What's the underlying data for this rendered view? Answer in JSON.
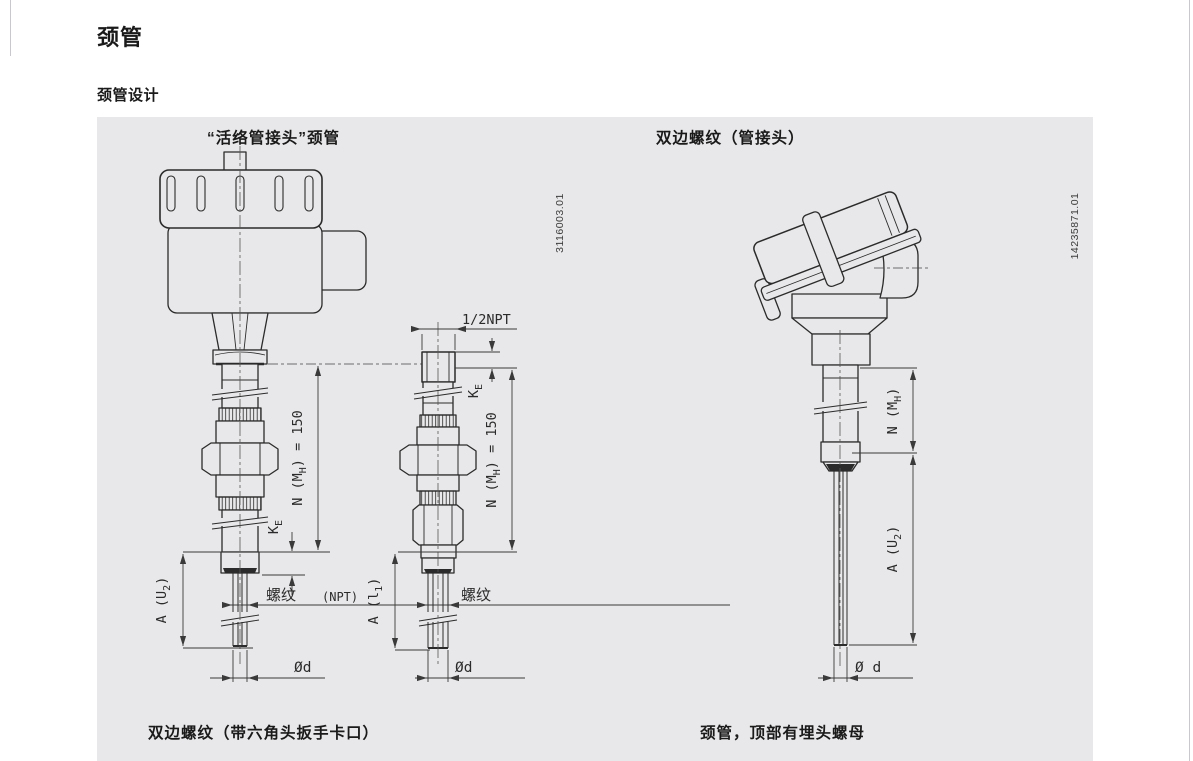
{
  "page": {
    "title": "颈管",
    "subtitle": "颈管设计"
  },
  "colors": {
    "panel_bg": "#e8e8ea",
    "line": "#2b2b2b",
    "text": "#1a1a1a"
  },
  "figures": {
    "left": {
      "header": "“活络管接头”颈管",
      "caption": "双边螺纹（带六角头扳手卡口）",
      "drawing_id": "3116003.01",
      "head_drawing": {
        "n_dim": {
          "pre": "N (M",
          "sub": "H",
          "post": ") = 150"
        },
        "ke_dim": {
          "pre": "K",
          "sub": "E"
        },
        "a_dim": {
          "pre": "A (U",
          "sub": "2",
          "post": ")"
        },
        "thread_label": "螺纹",
        "npt_note": "(NPT)",
        "dia_label": "Ød"
      },
      "fitting_drawing": {
        "npt_size": "1/2NPT",
        "ke_dim": {
          "pre": "K",
          "sub": "E"
        },
        "n_dim": {
          "pre": "N (M",
          "sub": "H",
          "post": ") = 150"
        },
        "a_dim": {
          "pre": "A (l",
          "sub": "1",
          "post": ")"
        },
        "thread_label": "螺纹",
        "dia_label": "Ød"
      }
    },
    "right": {
      "header": "双边螺纹（管接头）",
      "caption": "颈管，顶部有埋头螺母",
      "drawing_id": "14235871.01",
      "labels": {
        "n_dim": {
          "pre": "N (M",
          "sub": "H",
          "post": ")"
        },
        "a_dim": {
          "pre": "A (U",
          "sub": "2",
          "post": ")"
        },
        "dia_label": "Ø d"
      }
    }
  }
}
